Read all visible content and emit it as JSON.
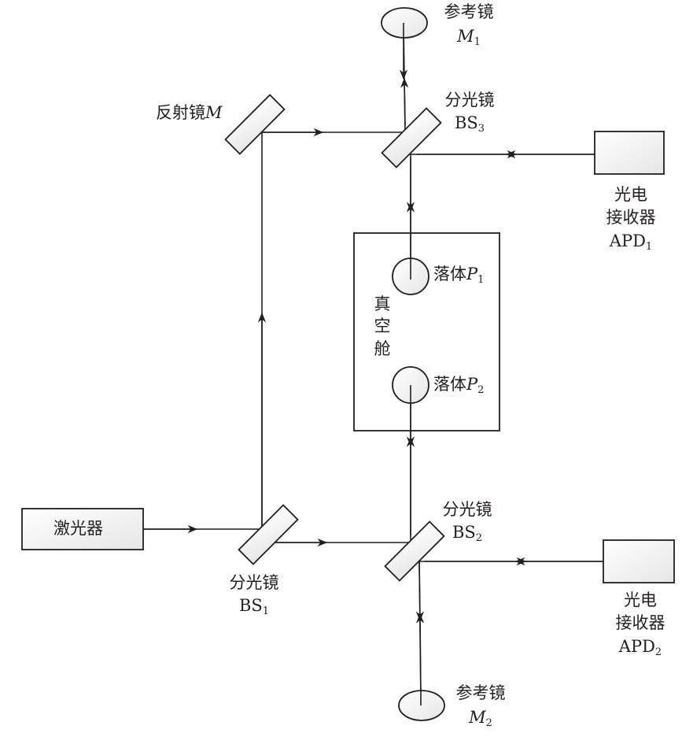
{
  "components": {
    "laser": {
      "label": "激光器"
    },
    "bs1": {
      "label": "分光镜",
      "name": "BS",
      "sub": "1"
    },
    "bs2": {
      "label": "分光镜",
      "name": "BS",
      "sub": "2"
    },
    "bs3": {
      "label": "分光镜",
      "name": "BS",
      "sub": "3"
    },
    "mirror_m": {
      "label": "反射镜",
      "name": "M"
    },
    "ref_m1": {
      "label": "参考镜",
      "name": "M",
      "sub": "1"
    },
    "ref_m2": {
      "label": "参考镜",
      "name": "M",
      "sub": "2"
    },
    "apd1": {
      "line1": "光电",
      "line2": "接收器",
      "name": "APD",
      "sub": "1"
    },
    "apd2": {
      "line1": "光电",
      "line2": "接收器",
      "name": "APD",
      "sub": "2"
    },
    "chamber": {
      "chars": [
        "真",
        "空",
        "舱"
      ]
    },
    "p1": {
      "label": "落体",
      "name": "P",
      "sub": "1"
    },
    "p2": {
      "label": "落体",
      "name": "P",
      "sub": "2"
    }
  }
}
